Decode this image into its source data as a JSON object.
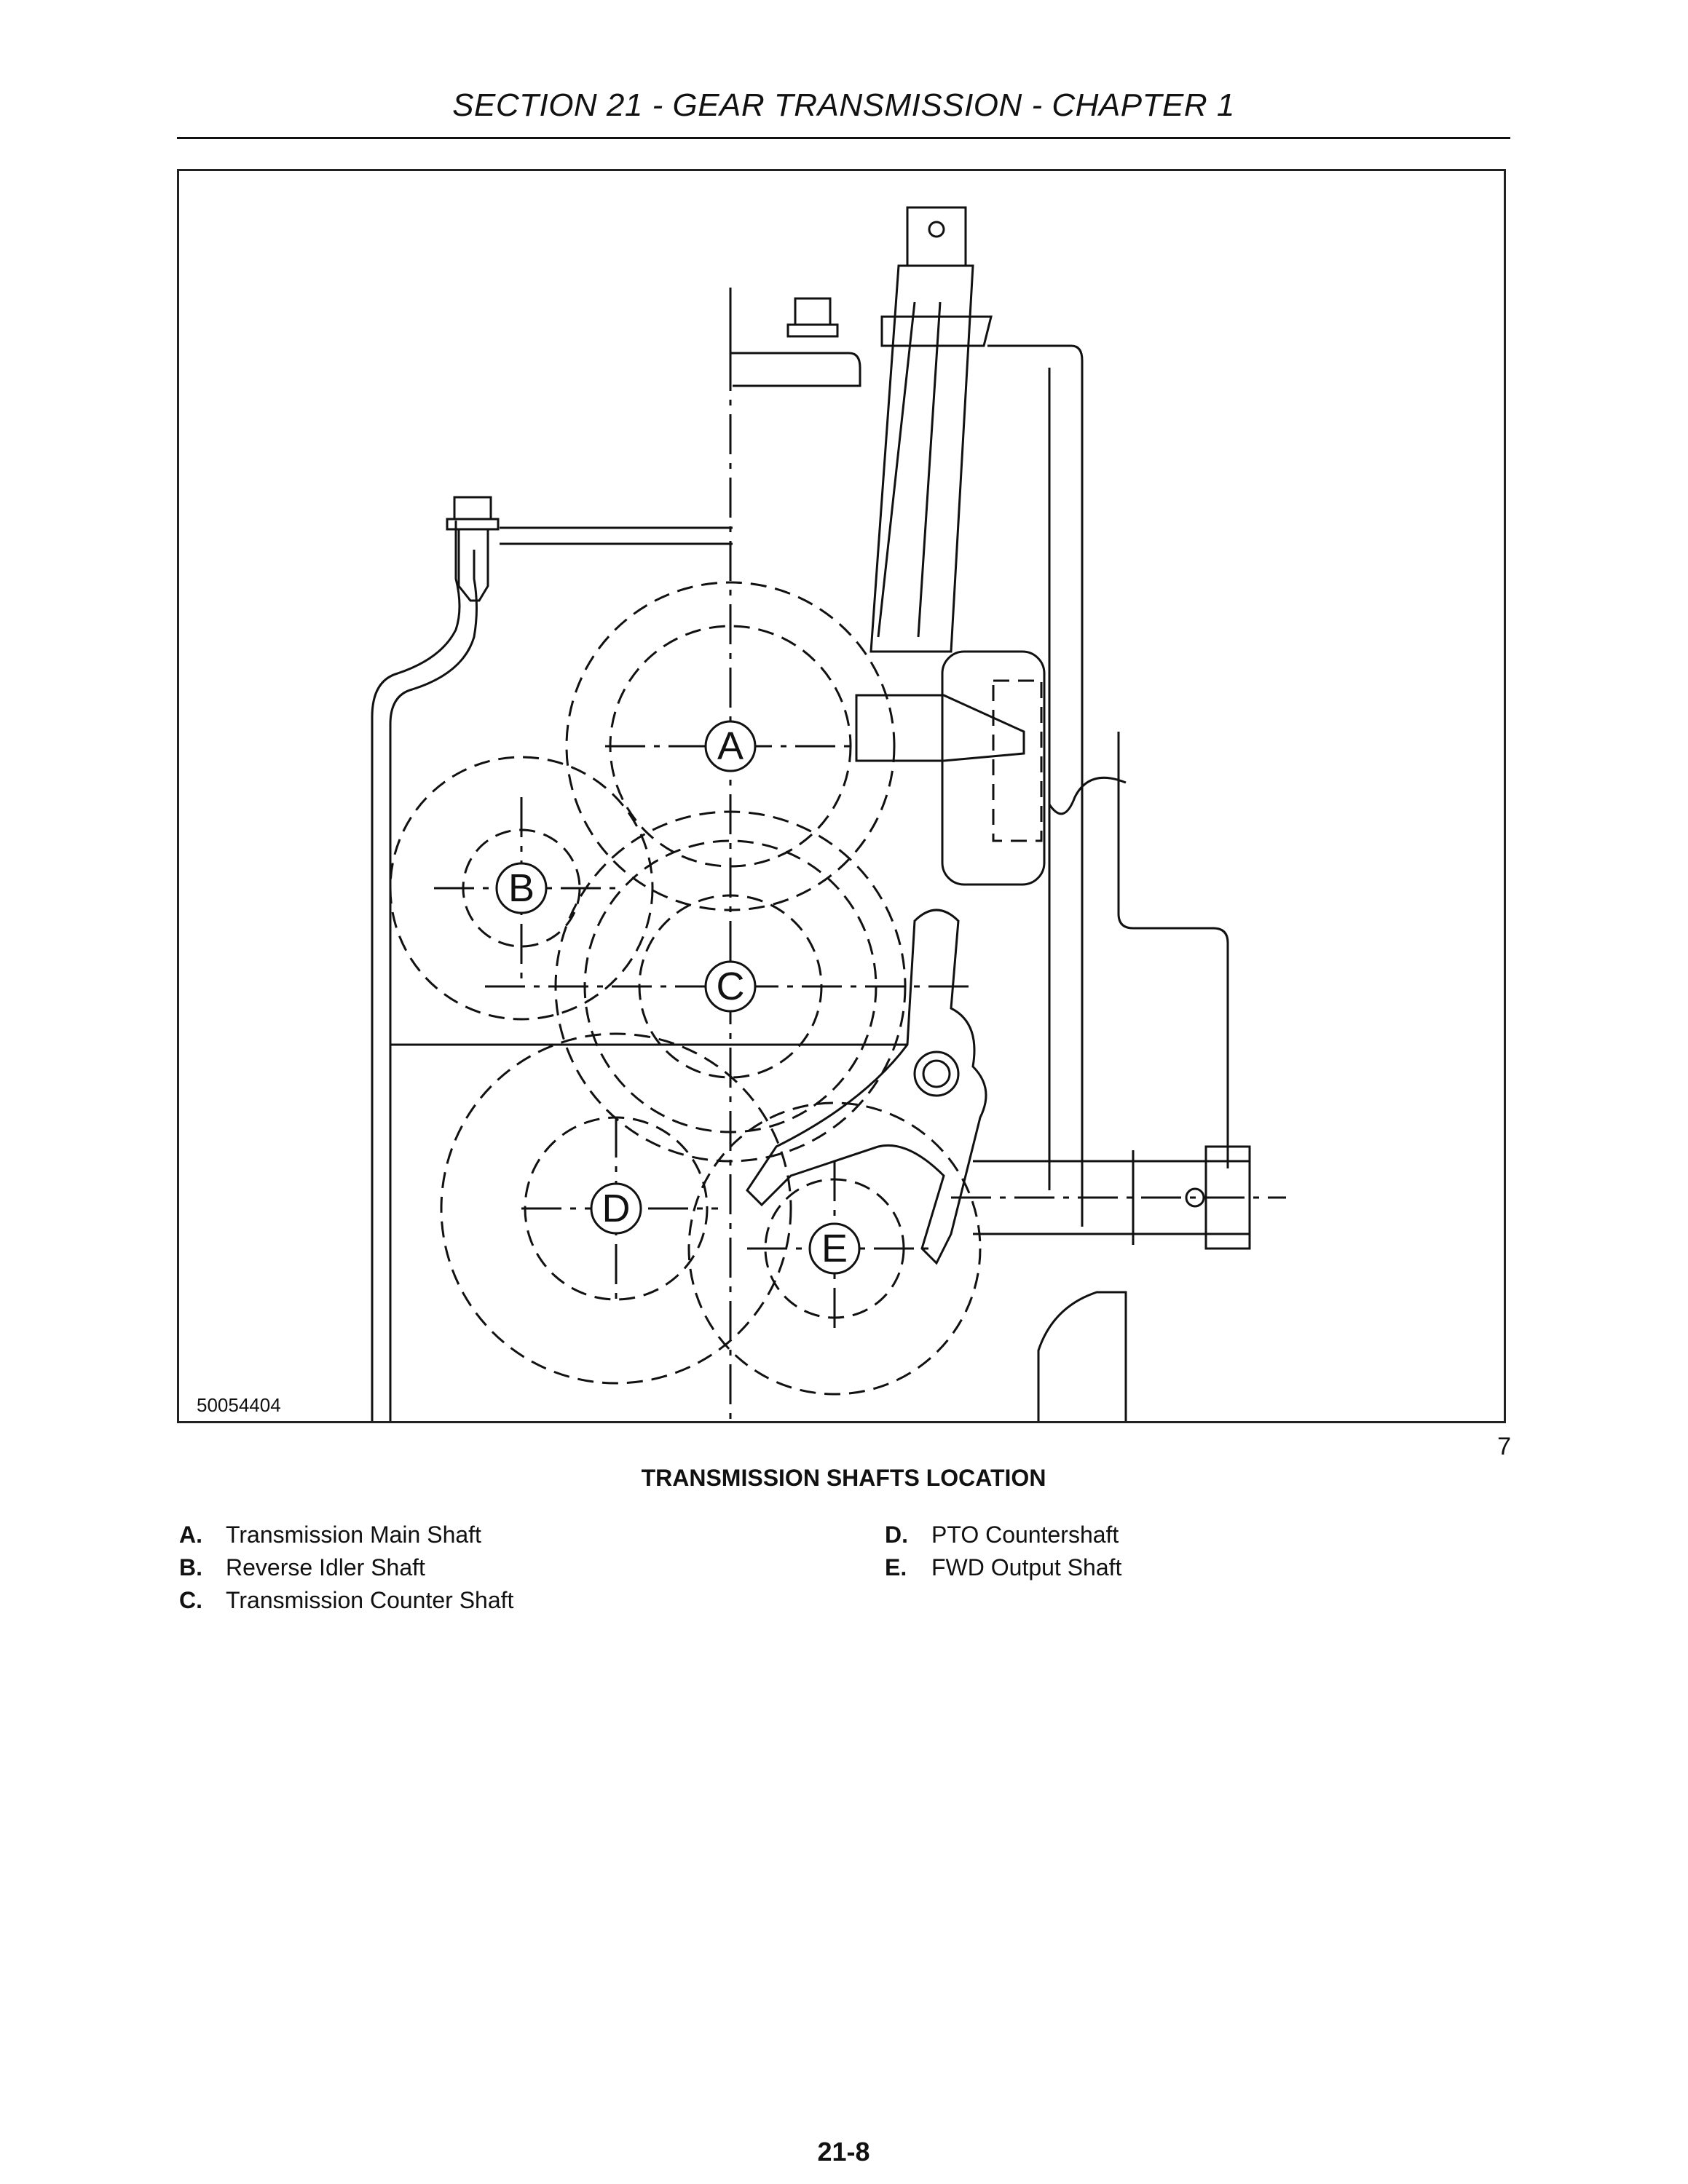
{
  "header": {
    "title": "SECTION 21 - GEAR TRANSMISSION - CHAPTER 1"
  },
  "figure": {
    "id": "50054404",
    "number": "7",
    "caption": "TRANSMISSION SHAFTS LOCATION",
    "callouts": [
      "A",
      "B",
      "C",
      "D",
      "E"
    ]
  },
  "legend": {
    "col1": [
      {
        "key": "A.",
        "text": "Transmission Main Shaft"
      },
      {
        "key": "B.",
        "text": "Reverse Idler Shaft"
      },
      {
        "key": "C.",
        "text": "Transmission Counter Shaft"
      }
    ],
    "col2": [
      {
        "key": "D.",
        "text": "PTO Countershaft"
      },
      {
        "key": "E.",
        "text": "FWD Output Shaft"
      }
    ]
  },
  "footer": {
    "page": "21-8"
  }
}
